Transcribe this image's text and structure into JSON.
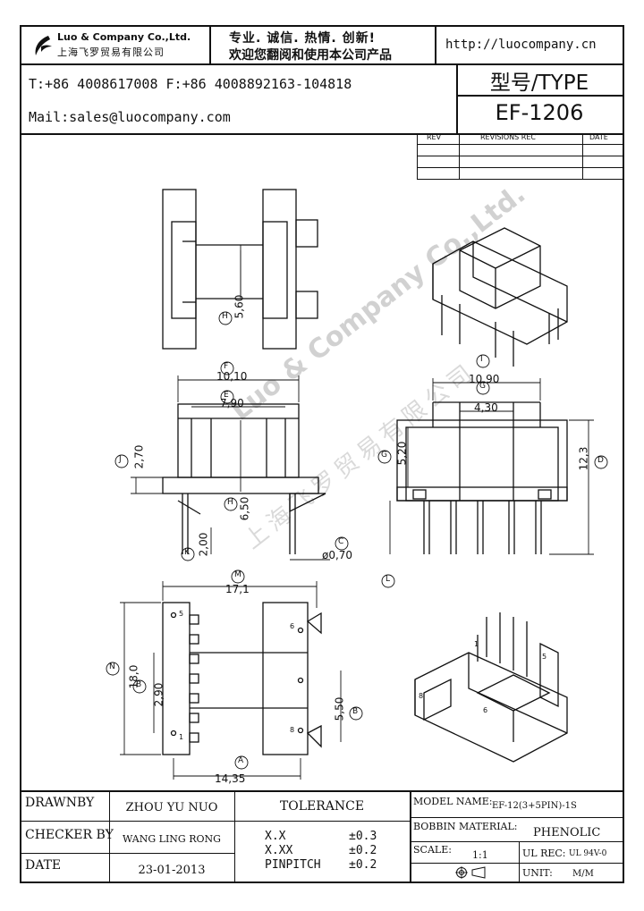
{
  "header": {
    "company_en": "Luo & Company Co.,Ltd.",
    "company_cn": "上海飞罗贸易有限公司",
    "slogan_1": "专业. 诚信. 热情. 创新!",
    "slogan_2": "欢迎您翻阅和使用本公司产品",
    "website": "http://luocompany.cn",
    "phone_fax": "T:+86 4008617008 F:+86 4008892163-104818",
    "mail": "Mail:sales@luocompany.com",
    "type_label": "型号/TYPE",
    "model": "EF-1206"
  },
  "revisions": {
    "col_rev": "REV",
    "col_rec": "REVISIONS REC",
    "col_date": "DATE"
  },
  "watermark": {
    "line1": "Luo & Company Co.,Ltd.",
    "line2": "上海飞罗贸易有限公司"
  },
  "drawing": {
    "dim_f": "10,10",
    "dim_e": "7,90",
    "dim_h_top": "5,60",
    "dim_h_front": "6,50",
    "dim_j_left": "2,70",
    "dim_k": "2,00",
    "dim_c": "ø0,70",
    "dim_i": "10,90",
    "dim_g_top": "4,30",
    "dim_g_side": "5,20",
    "dim_d": "12,3",
    "dim_m": "17,1",
    "dim_n": "18,0",
    "dim_b_left": "2,90",
    "dim_b_right": "5,50",
    "dim_a": "14,35",
    "letter_a": "A",
    "letter_b": "B",
    "letter_c": "C",
    "letter_d": "D",
    "letter_e": "E",
    "letter_f": "F",
    "letter_g": "G",
    "letter_h": "H",
    "letter_i": "I",
    "letter_j": "J",
    "letter_k": "K",
    "letter_l": "L",
    "letter_m": "M",
    "letter_n": "N",
    "pin_1": "1",
    "pin_5": "5",
    "pin_6": "6",
    "pin_8": "8"
  },
  "footer": {
    "drawnby_label": "DRAWNBY",
    "drawnby_value": "ZHOU YU NUO",
    "checker_label": "CHECKER BY",
    "checker_value": "WANG LING RONG",
    "date_label": "DATE",
    "date_value": "23-01-2013",
    "tolerance_label": "TOLERANCE",
    "tol_xx_label": "X.X",
    "tol_xx_value": "±0.3",
    "tol_xxx_label": "X.XX",
    "tol_xxx_value": "±0.2",
    "tol_pin_label": "PINPITCH",
    "tol_pin_value": "±0.2",
    "model_name_label": "MODEL NAME:",
    "model_name_value": "EF-12(3+5PIN)-1S",
    "bobbin_label": "BOBBIN MATERIAL:",
    "bobbin_value": "PHENOLIC",
    "scale_label": "SCALE:",
    "scale_value": "1:1",
    "ul_label": "UL REC:",
    "ul_value": "UL 94V-0",
    "unit_label": "UNIT:",
    "unit_value": "M/M"
  }
}
